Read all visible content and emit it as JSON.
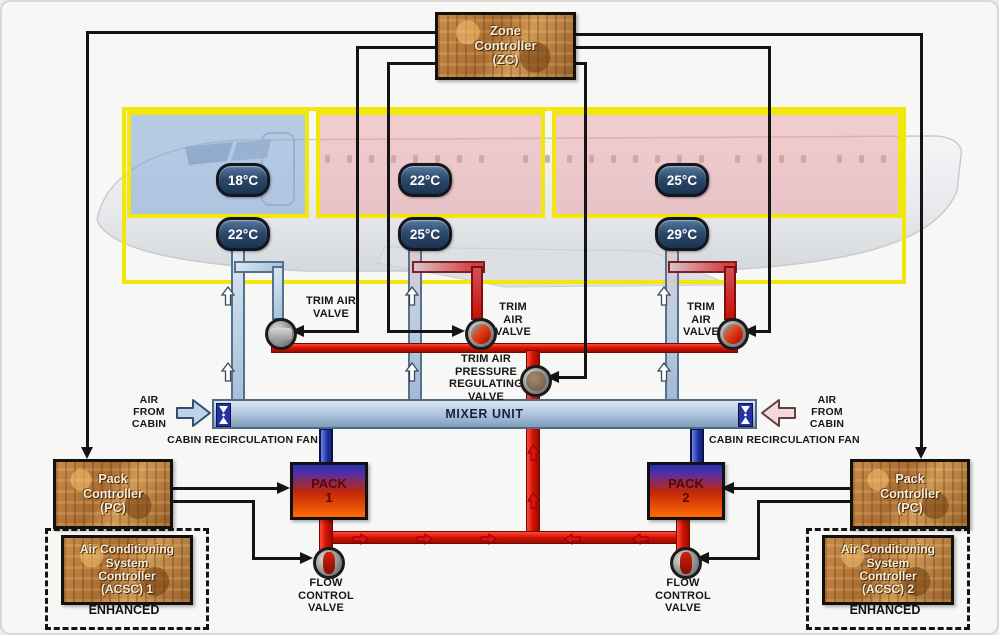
{
  "zone_controller_label": "Zone\nController\n(ZC)",
  "pack_controller_left_label": "Pack\nController\n(PC)",
  "pack_controller_right_label": "Pack\nController\n(PC)",
  "acsc_left_label": "Air Conditioning\nSystem\nController\n(ACSC) 1",
  "acsc_left_tag": "ENHANCED",
  "acsc_right_label": "Air Conditioning\nSystem\nController\n(ACSC) 2",
  "acsc_right_tag": "ENHANCED",
  "zones": [
    {
      "cabin_temp": "18°C",
      "duct_temp": "22°C"
    },
    {
      "cabin_temp": "22°C",
      "duct_temp": "25°C"
    },
    {
      "cabin_temp": "25°C",
      "duct_temp": "29°C"
    }
  ],
  "labels": {
    "trim_air_valve_left": "TRIM AIR\nVALVE",
    "trim_air_valve_center": "TRIM\nAIR\nVALVE",
    "trim_air_valve_right": "TRIM\nAIR\nVALVE",
    "trim_air_pressure_regulating_valve": "TRIM AIR\nPRESSURE\nREGULATING\nVALVE",
    "flow_control_valve_left": "FLOW\nCONTROL\nVALVE",
    "flow_control_valve_right": "FLOW\nCONTROL\nVALVE",
    "mixer_unit": "MIXER UNIT",
    "pack_1": "PACK\n1",
    "pack_2": "PACK\n2",
    "air_from_cabin_left": "AIR\nFROM\nCABIN",
    "air_from_cabin_right": "AIR\nFROM\nCABIN",
    "cabin_recirculation_fan_left": "CABIN RECIRCULATION FAN",
    "cabin_recirculation_fan_right": "CABIN RECIRCULATION FAN"
  },
  "colors": {
    "hot_air": "#d21203",
    "conditioned_air": "#a6bed8",
    "control_line": "#141414",
    "zone_frame": "#f3e60a",
    "temp_badge": "#1c3350",
    "controller_board": "#b2763c"
  }
}
